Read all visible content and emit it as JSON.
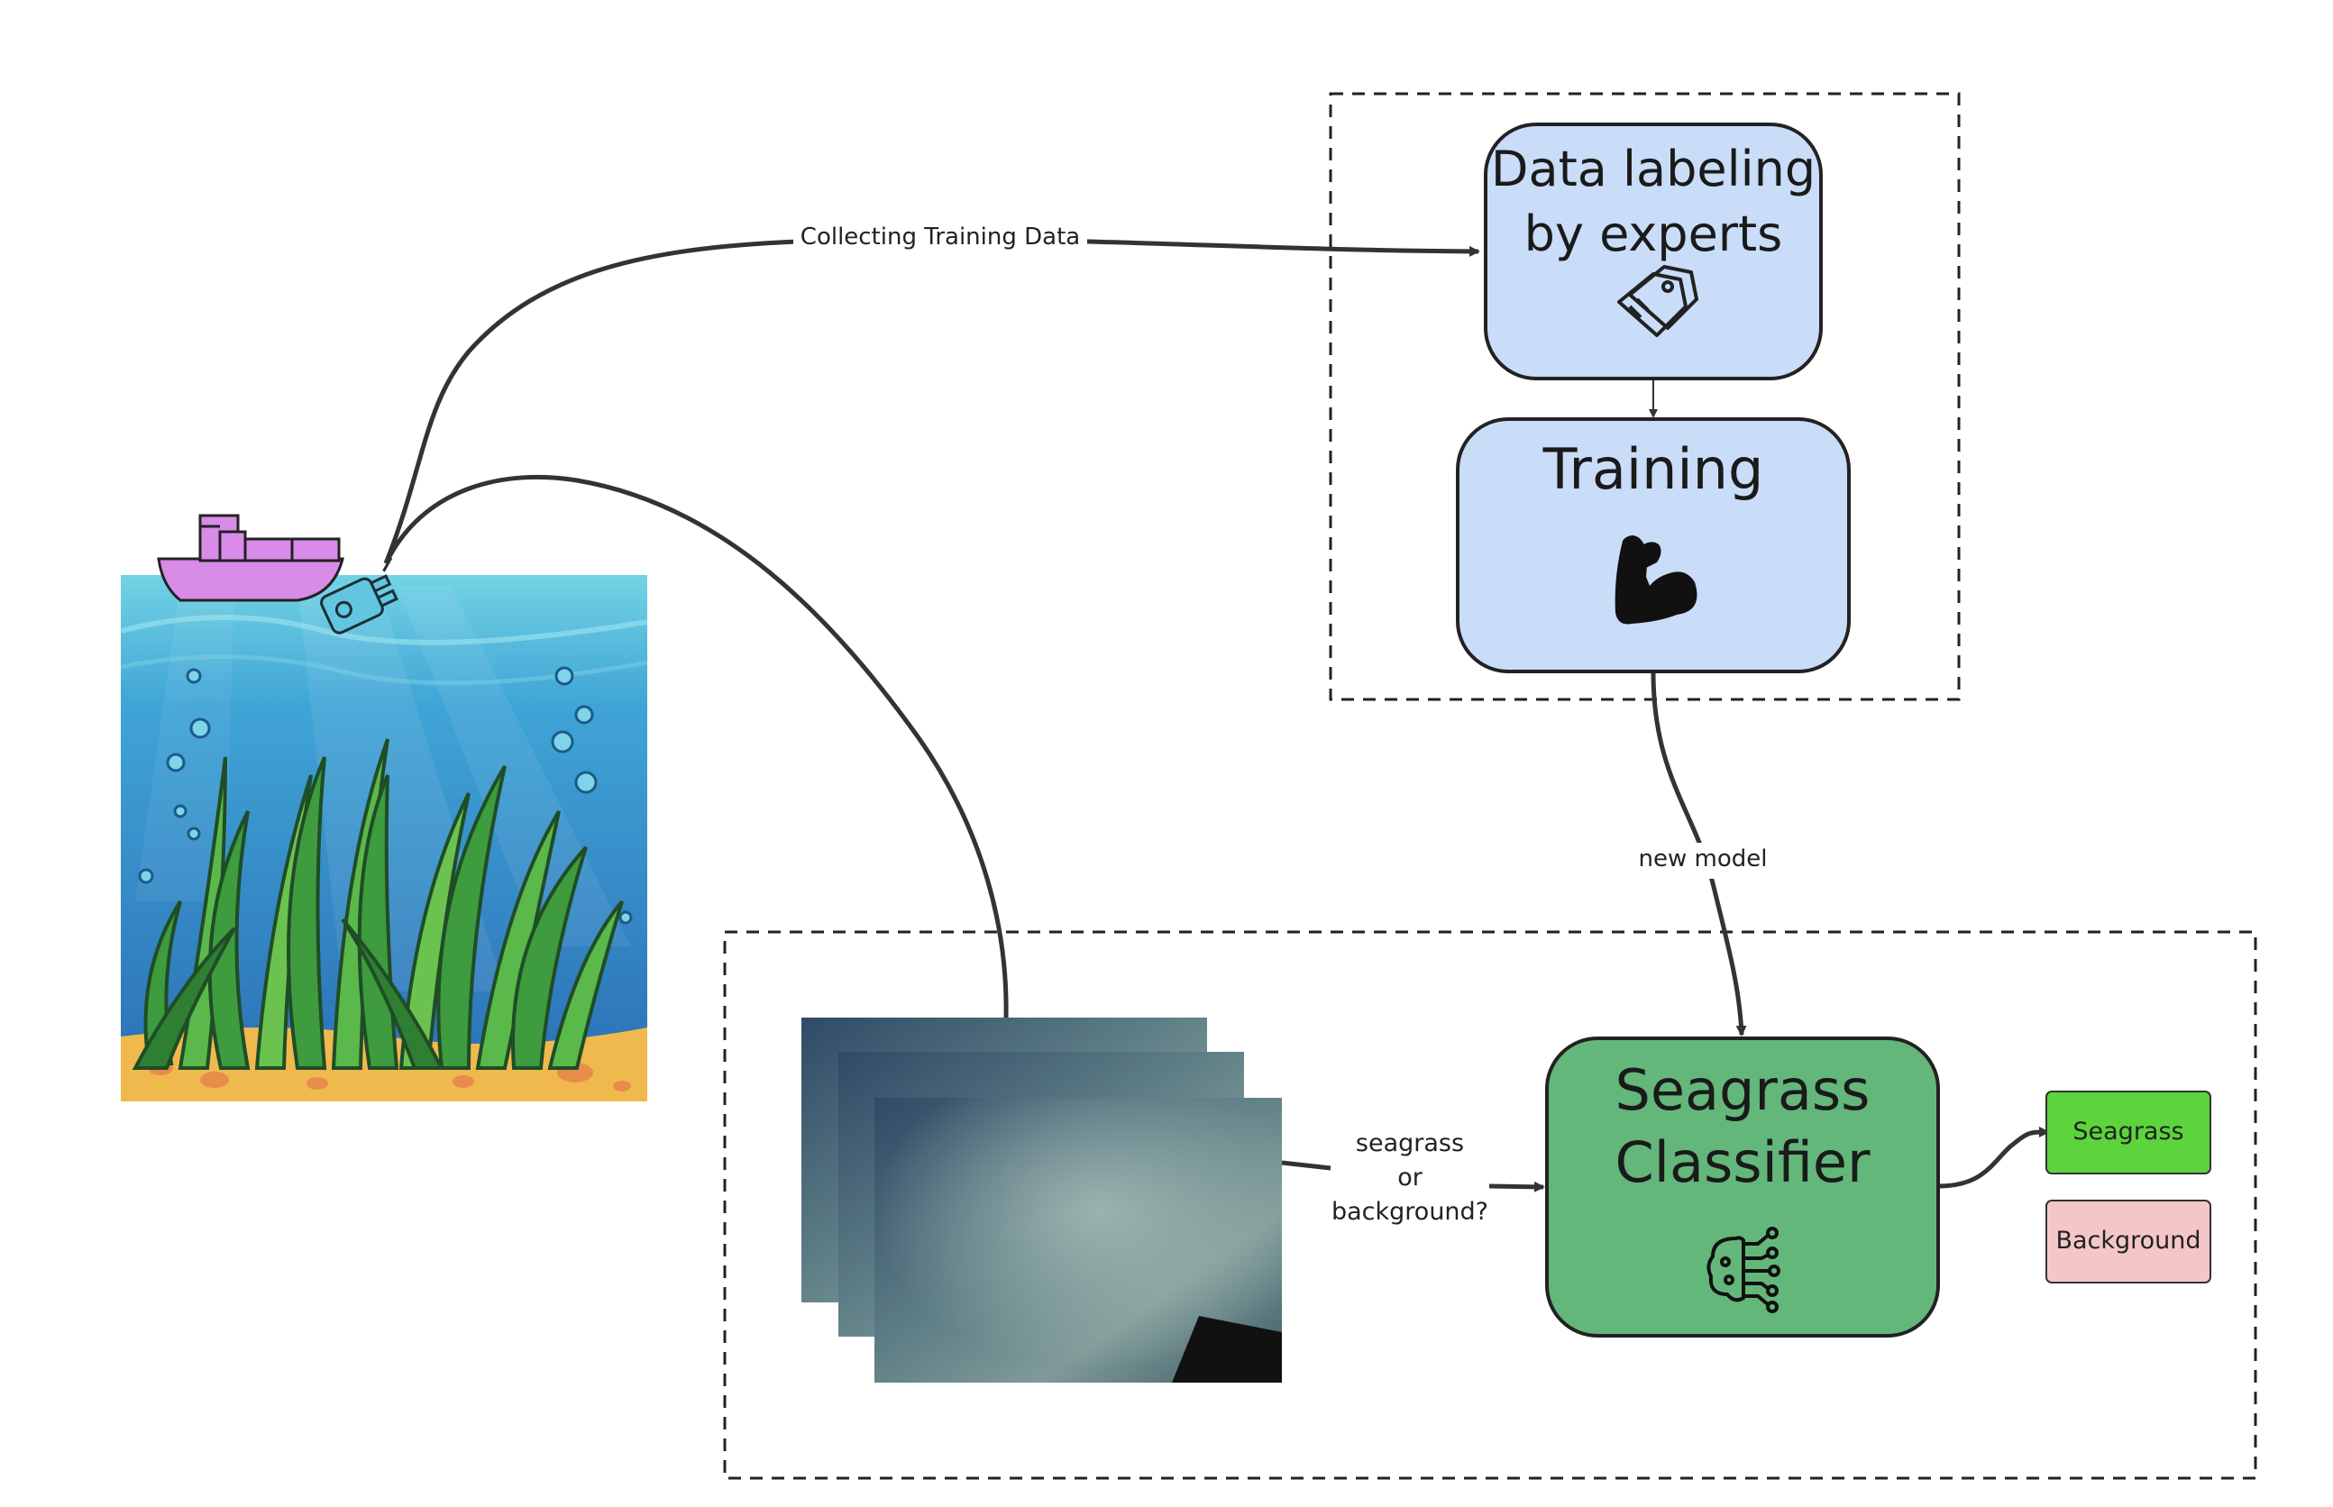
{
  "edges": {
    "collecting_label": "Collecting Training Data",
    "new_model_label": "new model",
    "query_label_line1": "seagrass",
    "query_label_line2": "or",
    "query_label_line3": "background?"
  },
  "nodes": {
    "labeling_line1": "Data labeling",
    "labeling_line2": "by experts",
    "training": "Training",
    "classifier_line1": "Seagrass",
    "classifier_line2": "Classifier",
    "out_seagrass": "Seagrass",
    "out_background": "Background"
  },
  "colors": {
    "labeling_fill": "#c9dcf8",
    "training_fill": "#c9dcf8",
    "classifier_fill": "#63b77a",
    "seagrass_fill": "#5cd43b",
    "background_fill": "#f5c6c8",
    "boat": "#d98be8",
    "water_top": "#6fd1e3",
    "water_bottom": "#2a72b8",
    "sand": "#f0b94e",
    "grass": "#3e9b3e"
  },
  "icons": {
    "labeling": "tag-icon",
    "training": "flexed-arm-icon",
    "classifier": "ai-brain-icon",
    "boat": "ship-icon",
    "rov": "underwater-drone-icon"
  }
}
